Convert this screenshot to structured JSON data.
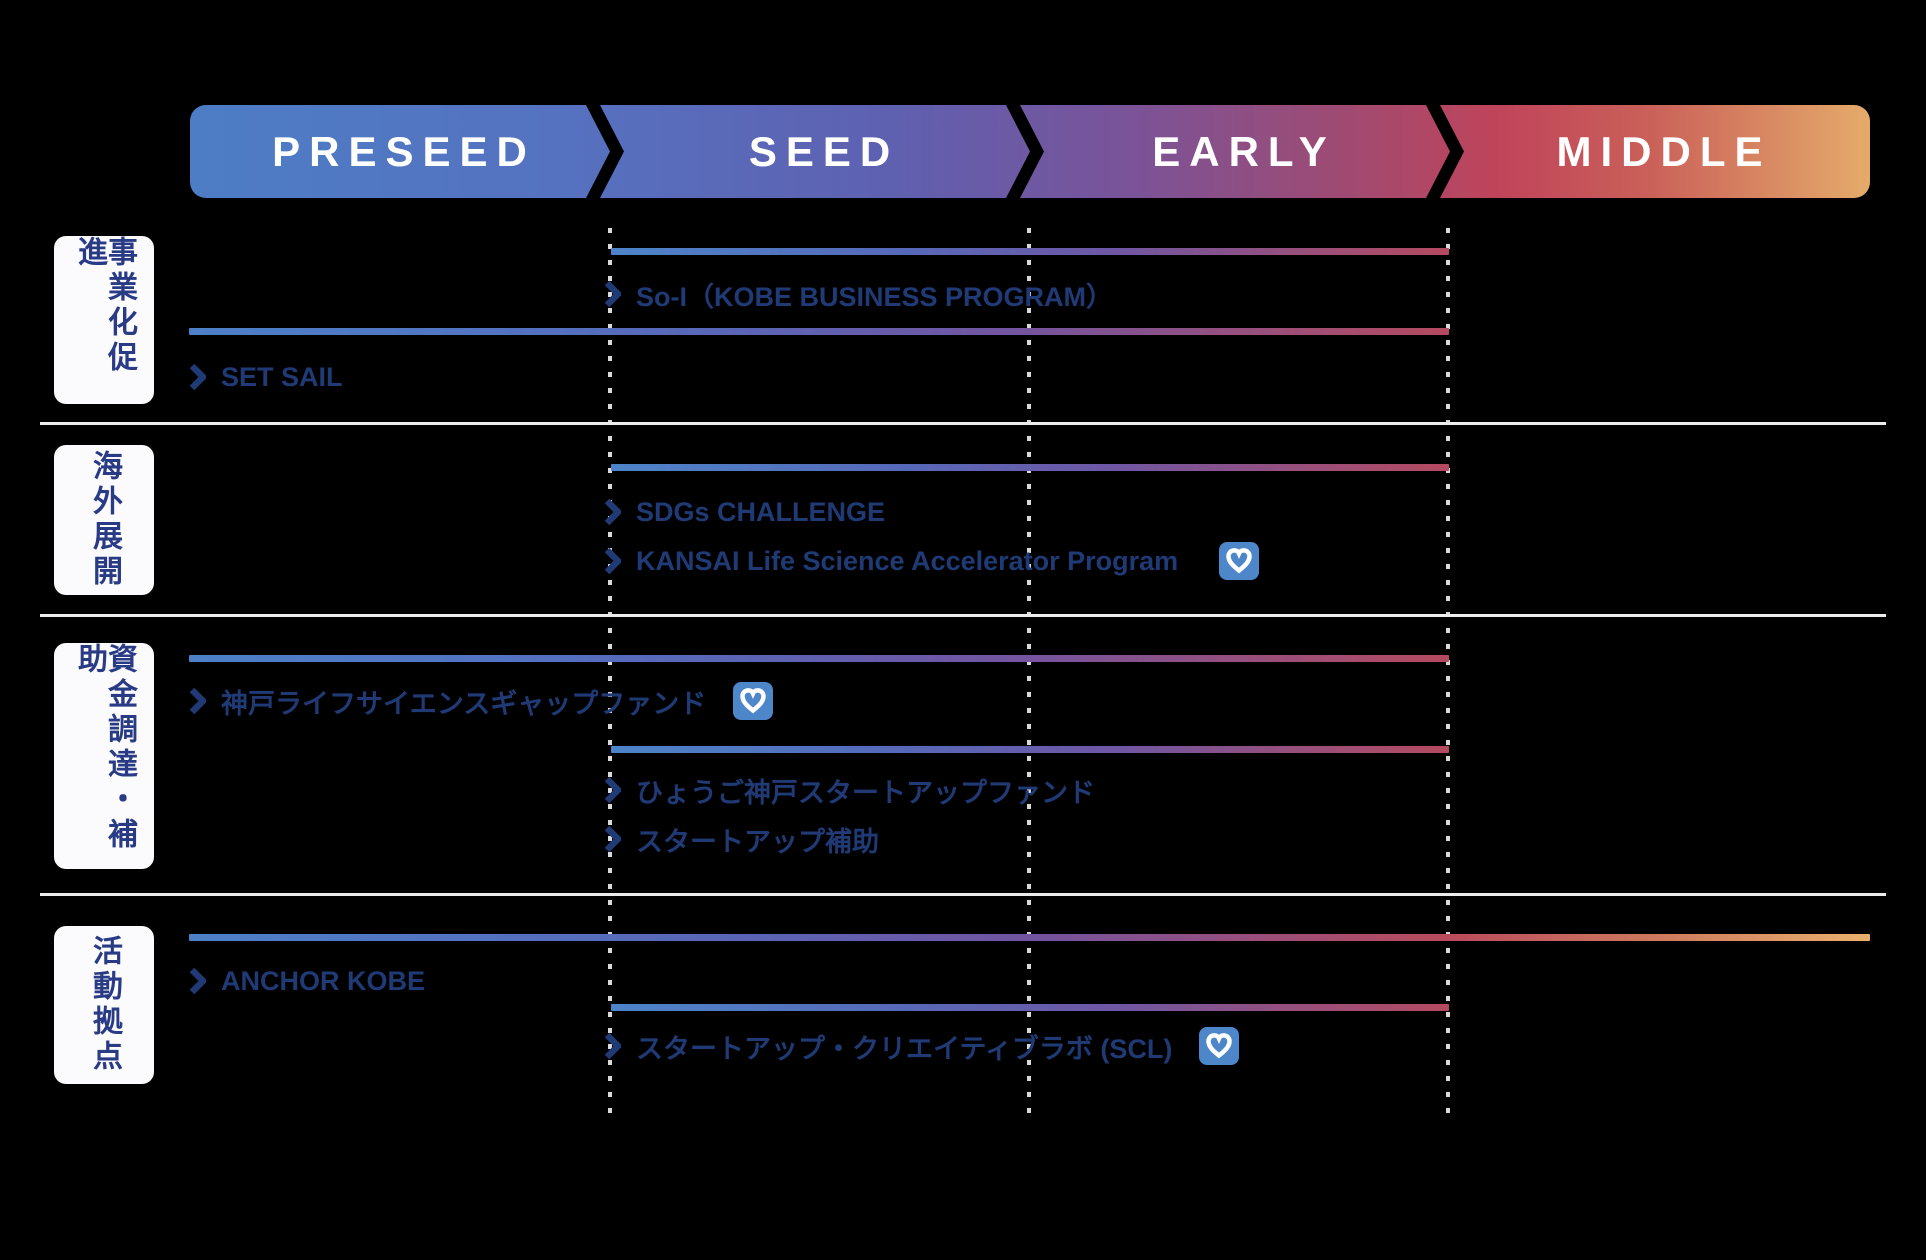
{
  "header": {
    "stages": [
      {
        "label": "PRESEED"
      },
      {
        "label": "SEED"
      },
      {
        "label": "EARLY"
      },
      {
        "label": "MIDDLE"
      }
    ]
  },
  "colors": {
    "background": "#000000",
    "band_gradient_start": "#4d7dc5",
    "band_gradient_mid_purple": "#7a5398",
    "band_gradient_red": "#c0445a",
    "band_gradient_end_orange": "#e5ab6b",
    "bar_blue_start": "#4d80c6",
    "bar_red_end": "#b54a60",
    "bar_orange_end": "#e9b16d",
    "label_navy": "#203a76",
    "category_text_navy": "#2a3b85",
    "category_box_bg": "#fbfbfd",
    "heart_icon_blue": "#4e86ca",
    "separator_gray": "#ececec",
    "dotted_line_gray": "#d9d9d9"
  },
  "rows": [
    {
      "category": "事業化促進",
      "programs": [
        {
          "name": "So-I（KOBE BUSINESS PROGRAM）",
          "stages": "SEED–EARLY",
          "heart": false
        },
        {
          "name": "SET SAIL",
          "stages": "PRESEED–EARLY",
          "heart": false
        }
      ]
    },
    {
      "category": "海外展開",
      "programs": [
        {
          "name": "SDGs CHALLENGE",
          "stages": "SEED–EARLY",
          "heart": false
        },
        {
          "name": "KANSAI Life Science Accelerator Program",
          "stages": "SEED–EARLY",
          "heart": true
        }
      ]
    },
    {
      "category": "資金調達・補助",
      "programs": [
        {
          "name": "神戸ライフサイエンスギャップファンド",
          "stages": "PRESEED–EARLY",
          "heart": true
        },
        {
          "name": "ひょうご神戸スタートアップファンド",
          "stages": "SEED–EARLY",
          "heart": false
        },
        {
          "name": "スタートアップ補助",
          "stages": "SEED–EARLY",
          "heart": false
        }
      ]
    },
    {
      "category": "活動拠点",
      "programs": [
        {
          "name": "ANCHOR KOBE",
          "stages": "PRESEED–MIDDLE",
          "heart": false
        },
        {
          "name": "スタートアップ・クリエイティブラボ (SCL)",
          "stages": "SEED–EARLY",
          "heart": true
        }
      ]
    }
  ]
}
